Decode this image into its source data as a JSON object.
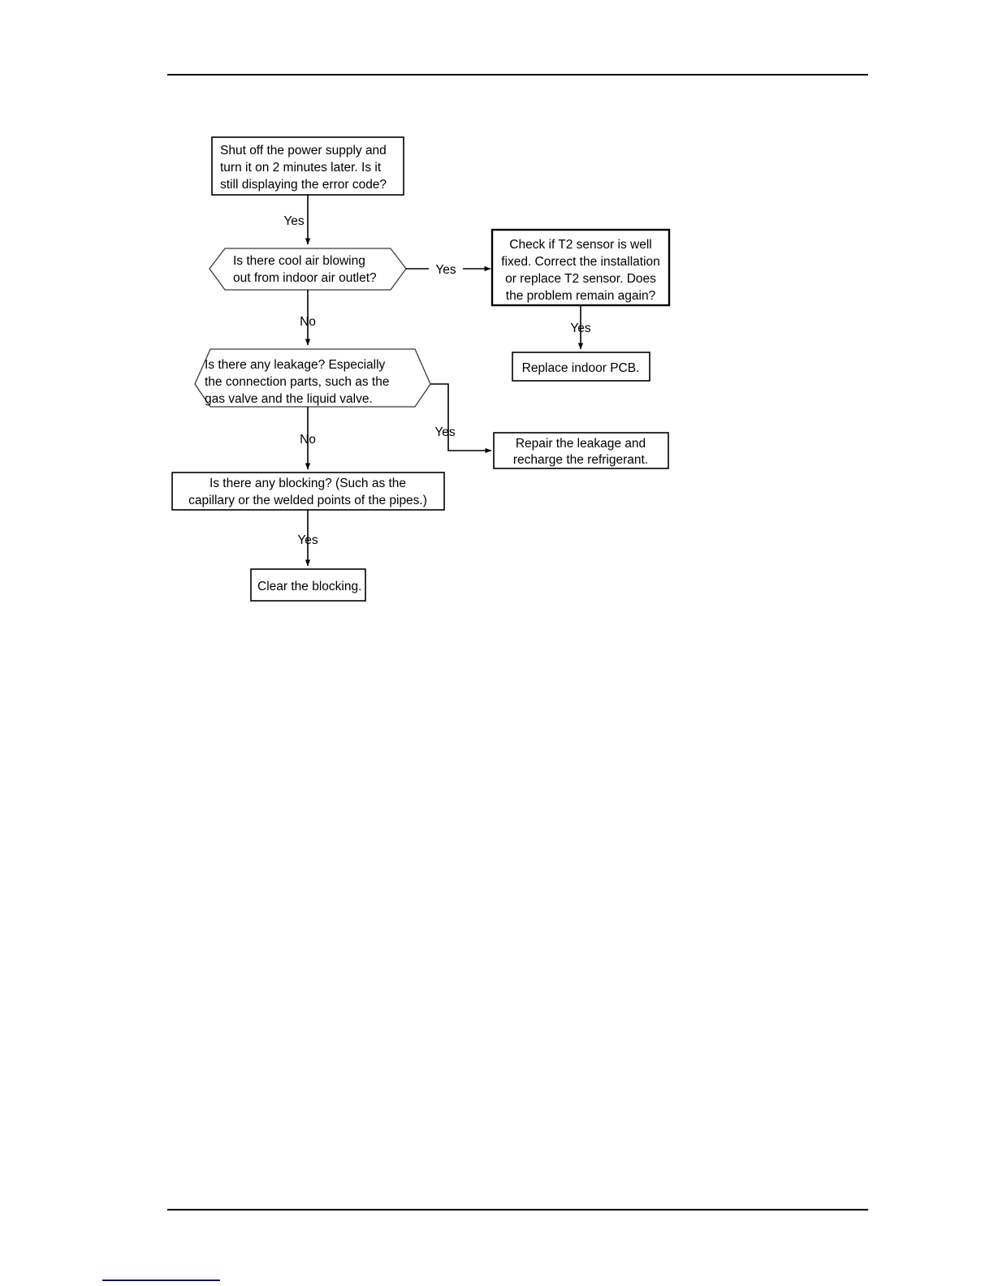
{
  "document": {
    "page_background": "#ffffff",
    "rule_color": "#000000",
    "accent_rule_color": "#141478"
  },
  "diagram": {
    "type": "flowchart",
    "title": "Troubleshooting flowchart for indoor unit error code",
    "nodes": [
      {
        "id": "n1",
        "shape": "process",
        "lines": [
          "Shut off the power supply and",
          "turn it on 2 minutes later. Is it",
          "still displaying the error code?"
        ],
        "align": "left"
      },
      {
        "id": "n2",
        "shape": "decision-hexagon",
        "lines": [
          "Is there cool air blowing",
          "out from indoor air outlet?"
        ],
        "align": "left"
      },
      {
        "id": "n3",
        "shape": "process",
        "lines": [
          "Check if T2 sensor is well",
          "fixed. Correct the installation",
          "or replace T2 sensor. Does",
          "the problem remain again?"
        ],
        "align": "center"
      },
      {
        "id": "n4",
        "shape": "process",
        "lines": [
          "Replace indoor PCB."
        ],
        "align": "center"
      },
      {
        "id": "n5",
        "shape": "decision-hexagon",
        "lines": [
          "Is  there  any  leakage?  Especially",
          "the  connection  parts,  such  as  the",
          "gas valve and the liquid valve."
        ],
        "align": "left"
      },
      {
        "id": "n6",
        "shape": "process",
        "lines": [
          "Repair the leakage and",
          "recharge the refrigerant."
        ],
        "align": "center"
      },
      {
        "id": "n7",
        "shape": "process",
        "lines": [
          "Is there any blocking? (Such as the",
          "capillary or the welded points of the pipes.)"
        ],
        "align": "center"
      },
      {
        "id": "n8",
        "shape": "process",
        "lines": [
          "Clear the blocking."
        ],
        "align": "left"
      }
    ],
    "edges": [
      {
        "id": "e1",
        "from": "n1",
        "to": "n2",
        "label": "Yes"
      },
      {
        "id": "e2",
        "from": "n2",
        "to": "n3",
        "label": "Yes"
      },
      {
        "id": "e3",
        "from": "n2",
        "to": "n5",
        "label": "No"
      },
      {
        "id": "e4",
        "from": "n3",
        "to": "n4",
        "label": "Yes"
      },
      {
        "id": "e5",
        "from": "n5",
        "to": "n6",
        "label": "Yes"
      },
      {
        "id": "e6",
        "from": "n5",
        "to": "n7",
        "label": "No"
      },
      {
        "id": "e7",
        "from": "n7",
        "to": "n8",
        "label": "Yes"
      }
    ]
  }
}
